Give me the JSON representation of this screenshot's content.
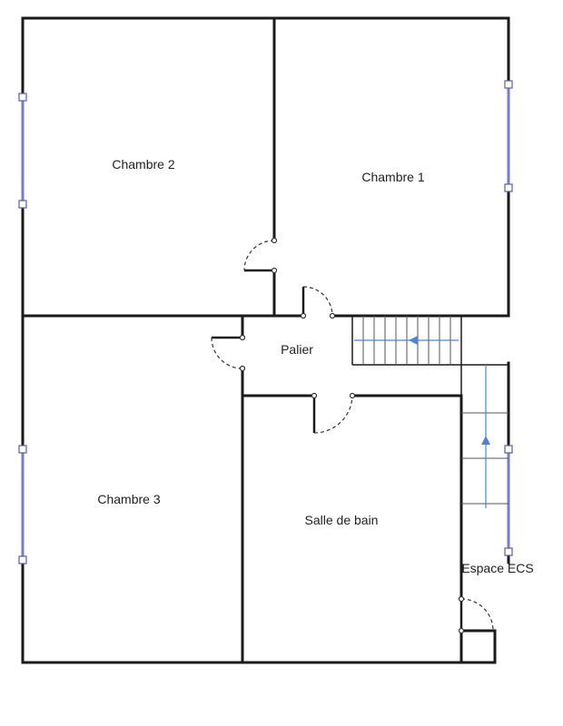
{
  "plan": {
    "rooms": {
      "chambre2": "Chambre 2",
      "chambre1": "Chambre 1",
      "palier": "Palier",
      "chambre3": "Chambre 3",
      "salle_de_bain": "Salle de bain",
      "espace_ecs": "Espace ECS"
    },
    "colors": {
      "wall": "#1a1a1a",
      "window": "#7a78d8",
      "stair_arrow": "#4a86d8"
    }
  }
}
